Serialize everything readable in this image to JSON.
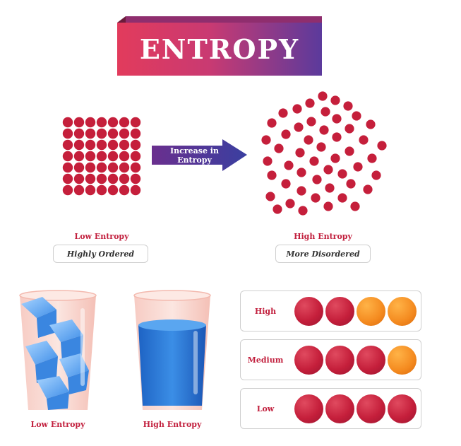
{
  "title": "ENTROPY",
  "arrow_label": "Increase in Entropy",
  "left_state": {
    "caption": "Low Entropy",
    "description": "Highly Ordered"
  },
  "right_state": {
    "caption": "High Entropy",
    "description": "More Disordered"
  },
  "glasses": [
    {
      "caption": "Low Entropy"
    },
    {
      "caption": "High Entropy"
    }
  ],
  "levels": [
    {
      "label": "High",
      "balls": [
        "red",
        "red",
        "orange",
        "orange"
      ]
    },
    {
      "label": "Medium",
      "balls": [
        "red",
        "red",
        "red",
        "orange"
      ]
    },
    {
      "label": "Low",
      "balls": [
        "red",
        "red",
        "red",
        "red"
      ]
    }
  ],
  "colors": {
    "particle": "#c51f3b",
    "caption": "#c2203e",
    "banner_start": "#e23b5c",
    "banner_end": "#5b3a9c",
    "arrow_start": "#6a2f8e",
    "arrow_end": "#3a3fa0",
    "orange": "#f48a1f"
  }
}
